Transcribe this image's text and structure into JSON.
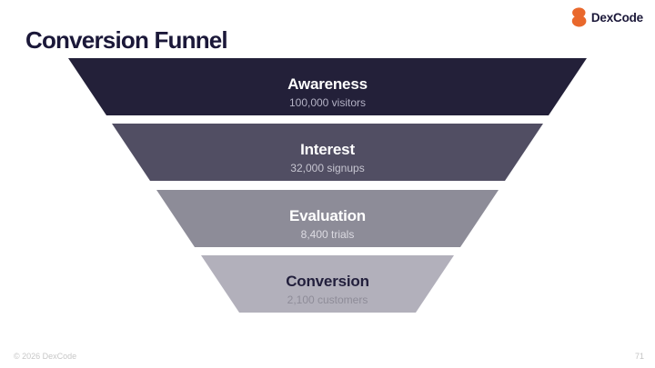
{
  "slide": {
    "title": "Conversion Funnel",
    "footer_copyright": "© 2026 DexCode",
    "page_number": "71",
    "background_color": "#ffffff",
    "title_color": "#1b1839"
  },
  "logo": {
    "text": "DexCode",
    "icon": "dexcode-blob-icon",
    "icon_color": "#e9682c",
    "text_color": "#1b1839"
  },
  "chart_data": {
    "type": "funnel",
    "title": "Conversion Funnel",
    "orientation": "top-wide",
    "stages": [
      {
        "label": "Awareness",
        "value": 100000,
        "value_text": "100,000 visitors",
        "color": "#232039",
        "label_color": "#ffffff",
        "value_color": "#b3b1c4"
      },
      {
        "label": "Interest",
        "value": 32000,
        "value_text": "32,000 signups",
        "color": "#514e63",
        "label_color": "#ffffff",
        "value_color": "#c6c5d0"
      },
      {
        "label": "Evaluation",
        "value": 8400,
        "value_text": "8,400 trials",
        "color": "#8d8c98",
        "label_color": "#ffffff",
        "value_color": "#dcdbe2"
      },
      {
        "label": "Conversion",
        "value": 2100,
        "value_text": "2,100 customers",
        "color": "#b2b0bb",
        "label_color": "#221f3c",
        "value_color": "#8e8c98"
      }
    ]
  }
}
